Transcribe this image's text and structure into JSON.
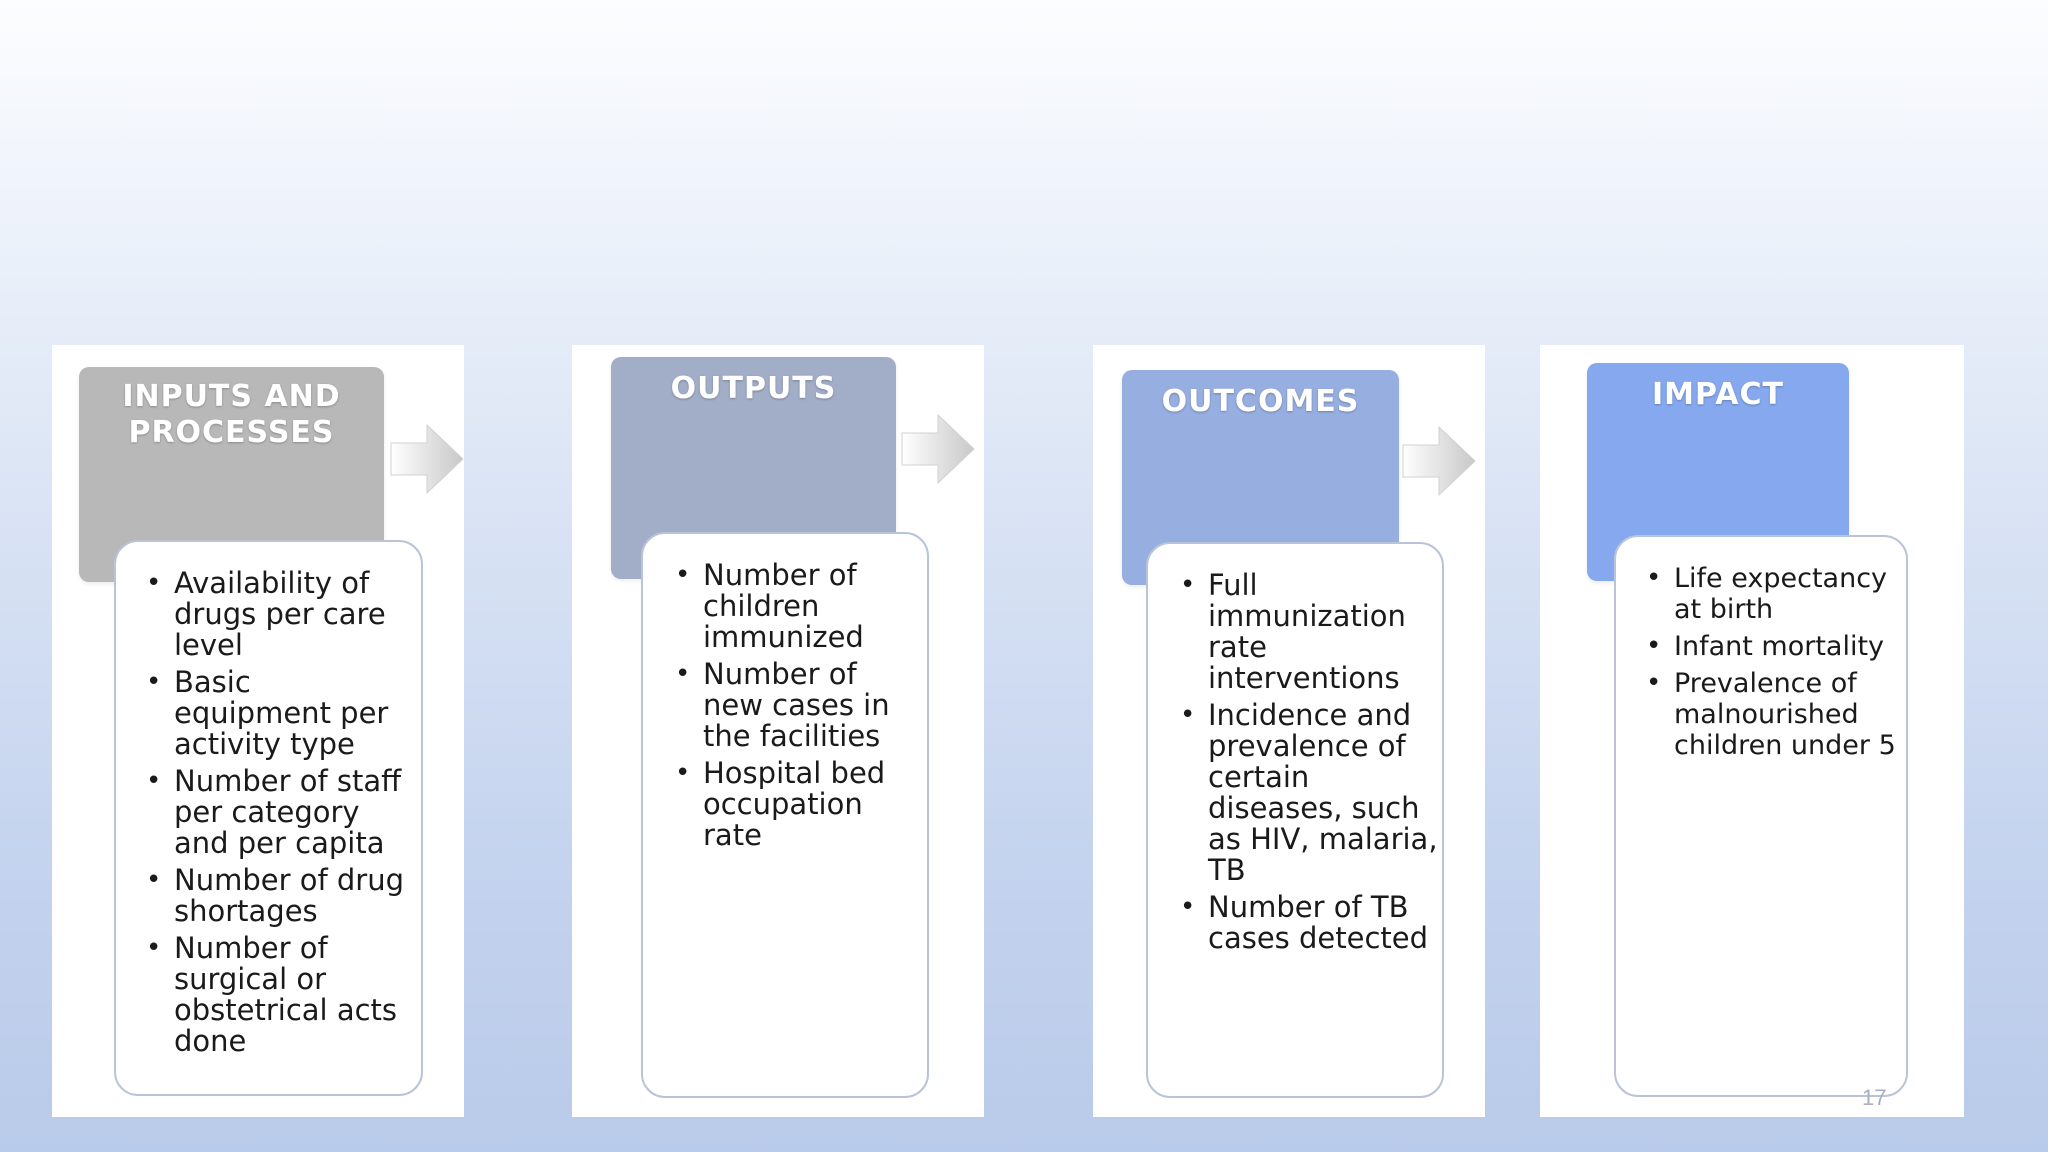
{
  "stages": [
    {
      "title": "INPUTS AND\nPROCESSES",
      "header_color": "#b8b8b8",
      "items": [
        "Availability of drugs per care level",
        "Basic equipment per activity type",
        "Number of staff per category and per capita",
        "Number of drug shortages",
        "Number of surgical or obstetrical acts done"
      ]
    },
    {
      "title": "OUTPUTS",
      "header_color": "#a2adc8",
      "items": [
        "Number of children immunized",
        "Number of new cases in the facilities",
        "Hospital bed occupation rate"
      ]
    },
    {
      "title": "OUTCOMES",
      "header_color": "#97aee0",
      "items": [
        "Full immunization rate interventions",
        "Incidence and prevalence of certain diseases, such as HIV, malaria, TB",
        "Number of TB cases detected"
      ]
    },
    {
      "title": "IMPACT",
      "header_color": "#86a8ef",
      "items": [
        "Life expectancy at birth",
        "Infant mortality",
        "Prevalence of malnourished children under 5"
      ]
    }
  ],
  "page_number": "17"
}
